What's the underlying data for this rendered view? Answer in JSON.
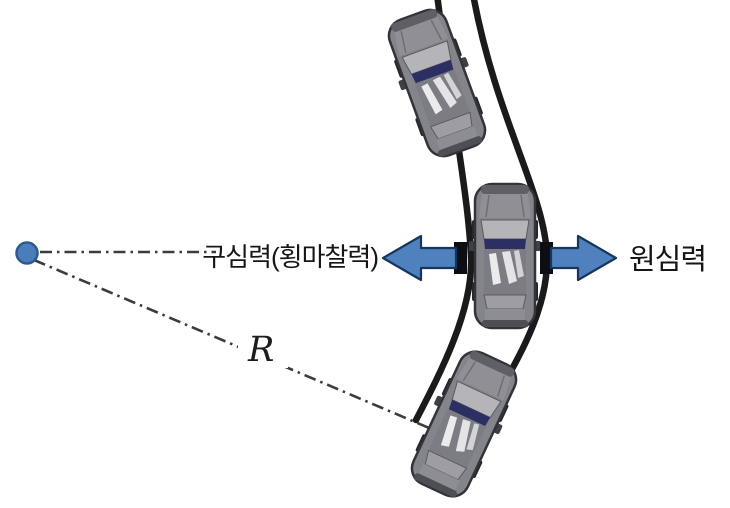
{
  "labels": {
    "centripetal_force": "구심력(횡마찰력)",
    "centrifugal_force": "원심력",
    "radius": "R"
  },
  "colors": {
    "background": "#ffffff",
    "arrow_fill": "#4e81bd",
    "arrow_border": "#17365d",
    "arrow_base_bar": "#0d0d16",
    "center_dot_fill": "#4a7ebb",
    "center_dot_border": "#2e5a8f",
    "road_line": "#1a1a1a",
    "dash_line": "#3c3c3c",
    "label_text": "#161616",
    "car_body": "#84848b",
    "car_windshield_band": "#2c2f63"
  },
  "icons": {
    "center_dot": "circle-dot-icon",
    "centripetal_arrow": "left-block-arrow-icon",
    "centrifugal_arrow": "right-block-arrow-icon",
    "vehicle": "car-top-view-icon"
  }
}
